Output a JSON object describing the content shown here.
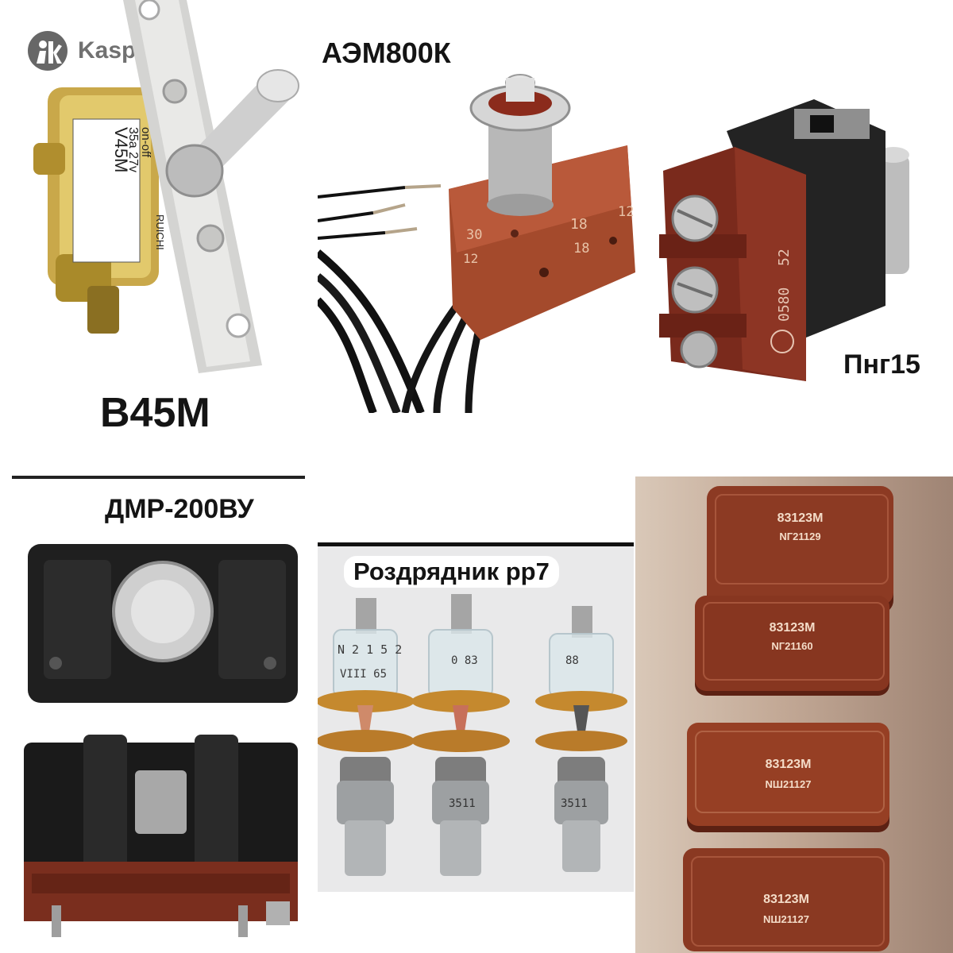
{
  "watermark": {
    "text": "Kaspi.kz",
    "icon": "kaspi-logo-icon"
  },
  "products": {
    "toggle": {
      "label": "В45М",
      "sticker": [
        "V45M",
        "35a 27v",
        "on-off",
        "RUICHI"
      ]
    },
    "microswitch": {
      "label": "АЭМ800К",
      "prints": [
        "30",
        "18",
        "12",
        "12",
        "18"
      ]
    },
    "png": {
      "label": "Пнг15",
      "prints": [
        "52",
        "0580"
      ]
    },
    "dmr": {
      "label": "ДМР-200ВУ"
    },
    "arrester": {
      "label": "Роздрядник рр7",
      "prints": [
        "N 2 1 5 2",
        "VIII 65",
        "0 83",
        "88",
        "3511",
        "3511"
      ]
    },
    "relays": {
      "items": [
        {
          "model": "83123М",
          "serial": "NГ21129"
        },
        {
          "model": "83123М",
          "serial": "NГ21160"
        },
        {
          "model": "83123М",
          "serial": "NШ21127"
        },
        {
          "model": "83123М",
          "serial": "NШ21127"
        }
      ]
    }
  },
  "colors": {
    "bakelite": "#8b3a23",
    "black_plastic": "#1c1c1c",
    "relay_background": "#c8b39e"
  }
}
